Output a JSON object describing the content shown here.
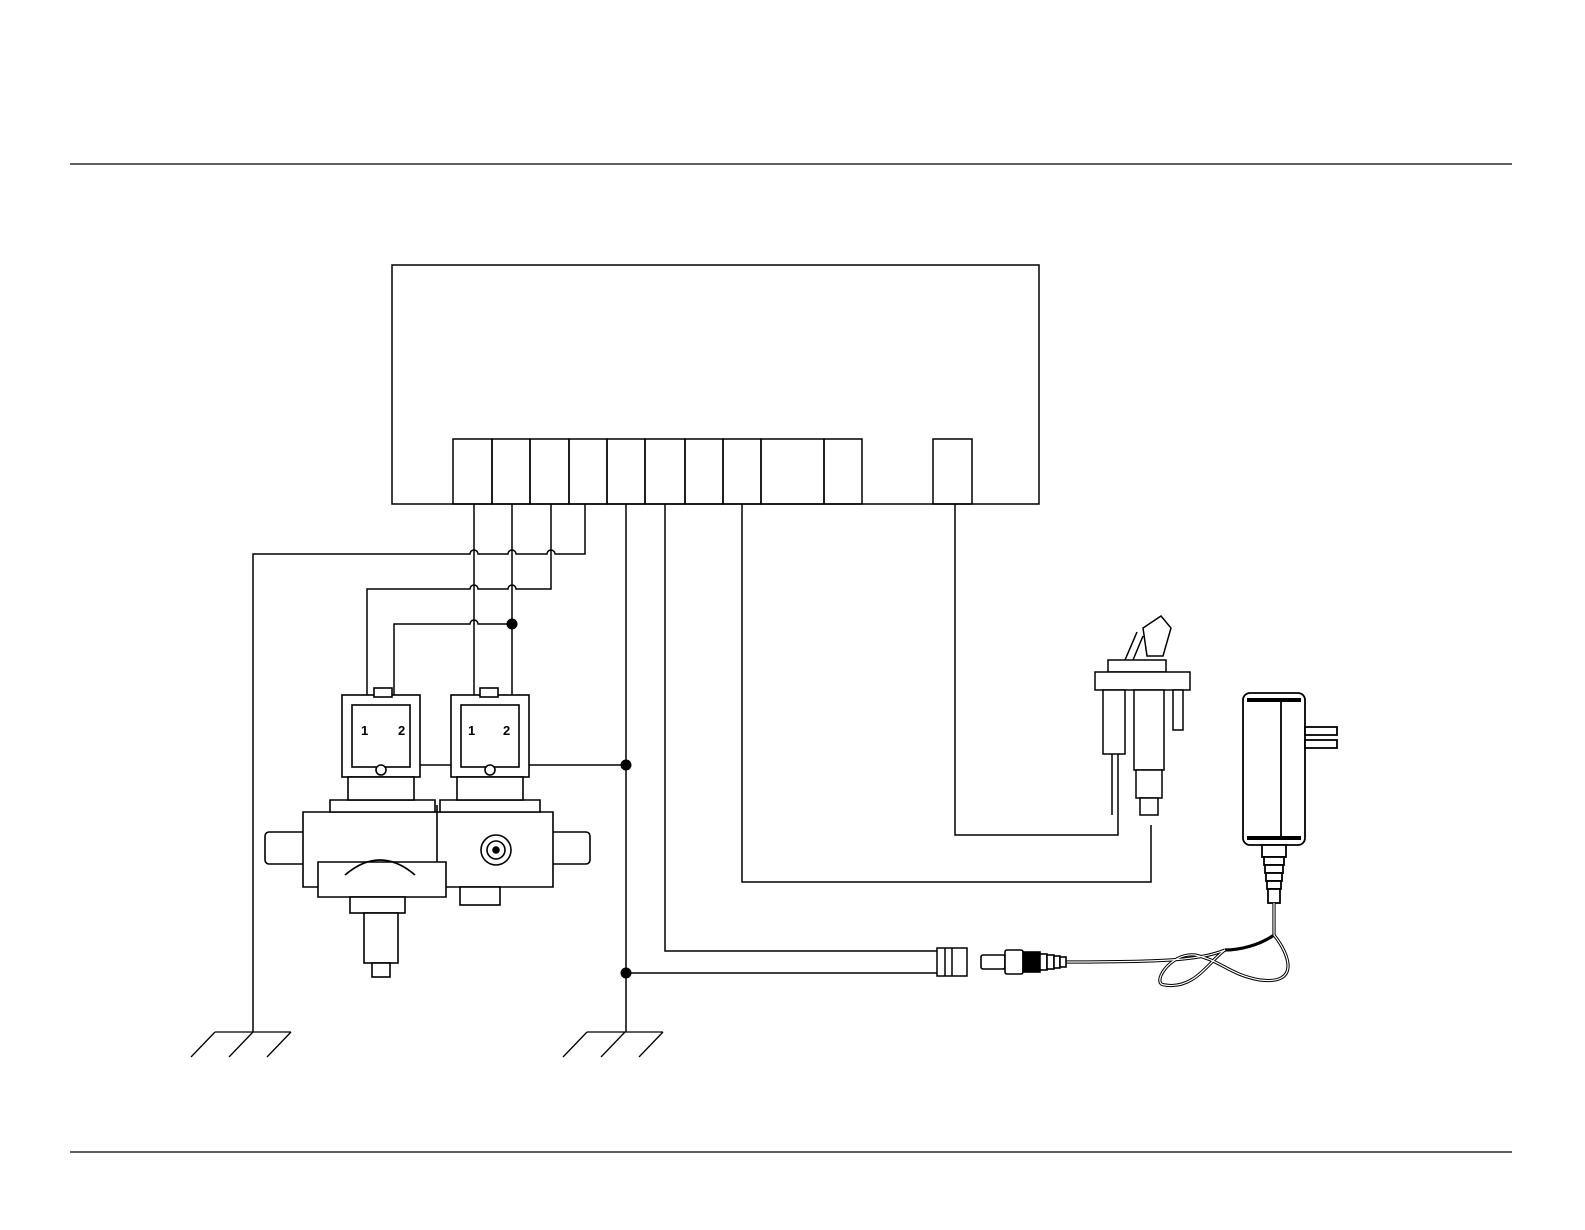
{
  "diagram": {
    "valve_coil_left": {
      "pin_1": "1",
      "pin_2": "2"
    },
    "valve_coil_right": {
      "pin_1": "1",
      "pin_2": "2"
    }
  }
}
